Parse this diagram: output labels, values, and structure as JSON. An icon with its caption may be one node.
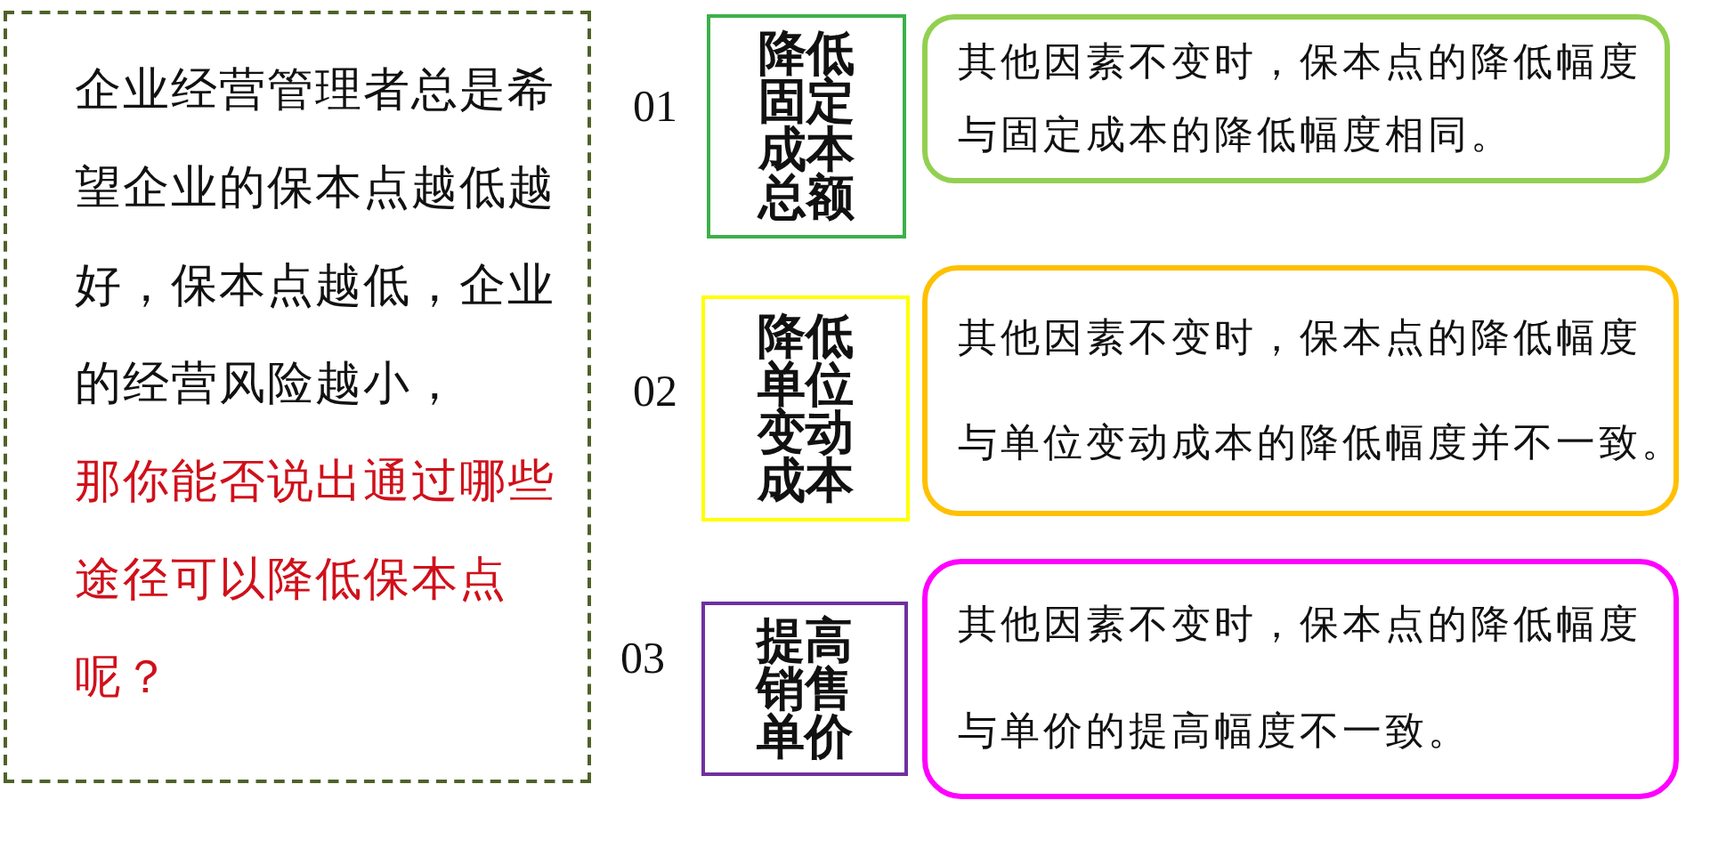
{
  "diagram": {
    "nodes": [
      {
        "text": [
          "企业经营管理者总是希望企业的保本点越低越好，保本点越低，企业的经营风险越小，",
          "那你能否说出通过哪些途径可以降低保本点呢？"
        ]
      },
      {
        "text": [
          "降低固定成本总额"
        ]
      },
      {
        "text": [
          "其他因素不变时，保本点的降低幅度与固定成本的降低幅度相同。"
        ]
      },
      {
        "text": [
          "降低单位变动成本"
        ]
      },
      {
        "text": [
          "其他因素不变时，保本点的降低幅度与单位变动成本的降低幅度并不一致。"
        ]
      },
      {
        "text": [
          "提高销售单价"
        ]
      },
      {
        "text": [
          "其他因素不变时，保本点的降低幅度与单价的提高幅度不一致。"
        ]
      }
    ],
    "labels": [
      "01",
      "02",
      "03"
    ]
  }
}
